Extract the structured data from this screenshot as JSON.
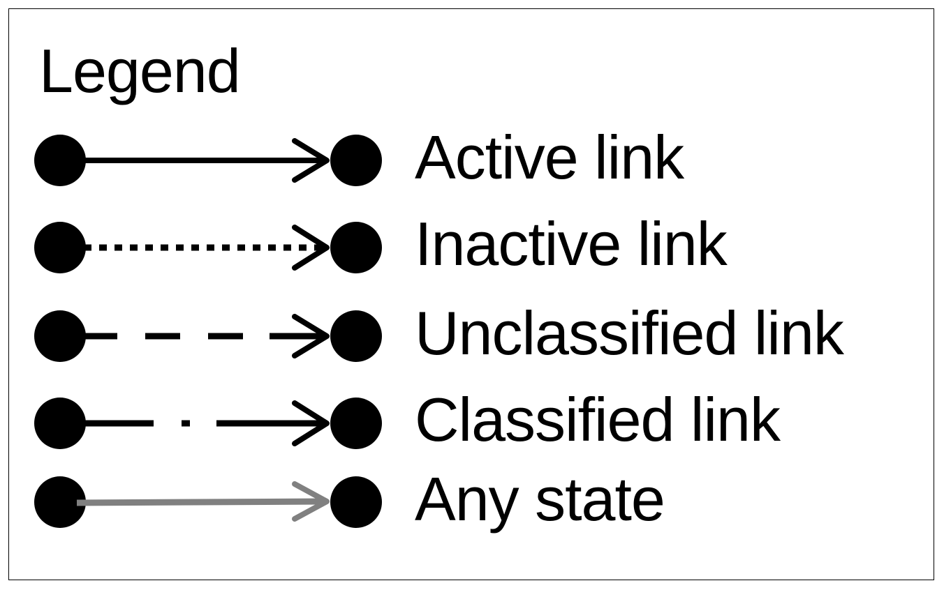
{
  "legend": {
    "title": "Legend",
    "items": [
      {
        "label": "Active link",
        "style": "solid",
        "color": "#000000"
      },
      {
        "label": "Inactive link",
        "style": "dotted",
        "color": "#000000"
      },
      {
        "label": "Unclassified link",
        "style": "dashed",
        "color": "#000000"
      },
      {
        "label": "Classified link",
        "style": "dash-dot",
        "color": "#000000"
      },
      {
        "label": "Any state",
        "style": "solid-gray",
        "color": "#808080"
      }
    ]
  }
}
